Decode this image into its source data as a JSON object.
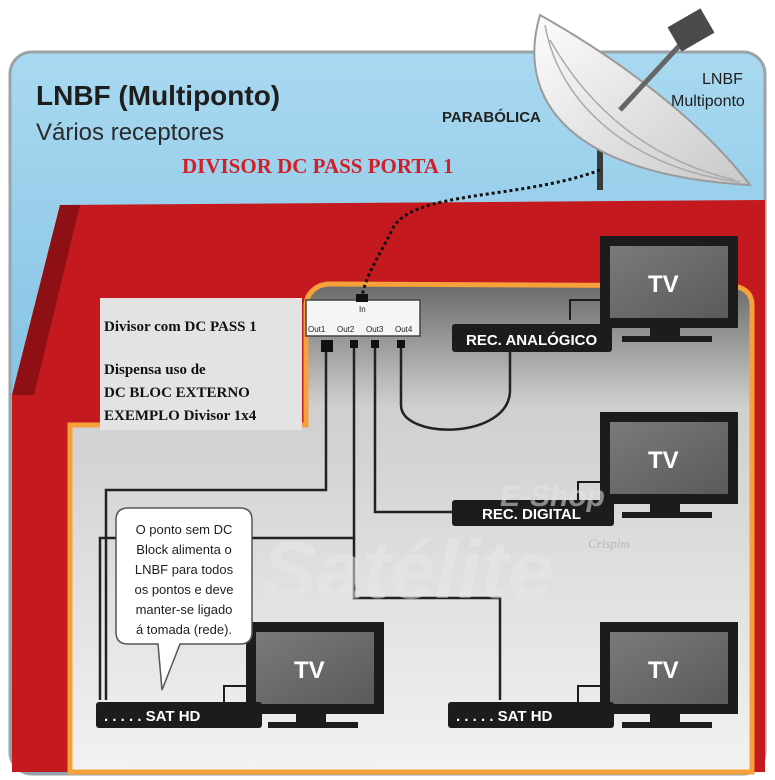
{
  "header": {
    "title": "LNBF (Multiponto)",
    "subtitle": "Vários receptores",
    "dish_label": "PARABÓLICA",
    "lnbf_label_line1": "LNBF",
    "lnbf_label_line2": "Multiponto",
    "red_heading": "DIVISOR  DC PASS PORTA 1"
  },
  "note": {
    "line1": "Divisor com DC PASS 1",
    "line2": "Dispensa uso de",
    "line3": "DC BLOC EXTERNO",
    "line4": "EXEMPLO Divisor 1x4"
  },
  "splitter": {
    "input_label": "In",
    "outputs": [
      "Out1",
      "Out2",
      "Out3",
      "Out4"
    ]
  },
  "devices": {
    "tv_label": "TV",
    "rec_analog": "REC. ANALÓGICO",
    "rec_digital": "REC. DIGITAL",
    "sat_hd_left": ". . . . .  SAT HD",
    "sat_hd_right": ". . . . .  SAT HD"
  },
  "callout": {
    "lines": [
      "O ponto sem DC",
      "Block alimenta o",
      "LNBF para todos",
      "os pontos e deve",
      "manter-se ligado",
      "á tomada (rede)."
    ]
  },
  "watermark": {
    "brand_line1": "E-Shop",
    "brand_line2": "Satélite",
    "signature": "Crispim"
  },
  "colors": {
    "sky": "#7fc0e0",
    "roof_red": "#c41a1f",
    "roof_dark": "#8e1014",
    "accent_orange": "#f6a13a",
    "heading_red": "#d21f26",
    "tv_frame": "#1c1c1c",
    "tv_screen": "#6e6e6e"
  }
}
